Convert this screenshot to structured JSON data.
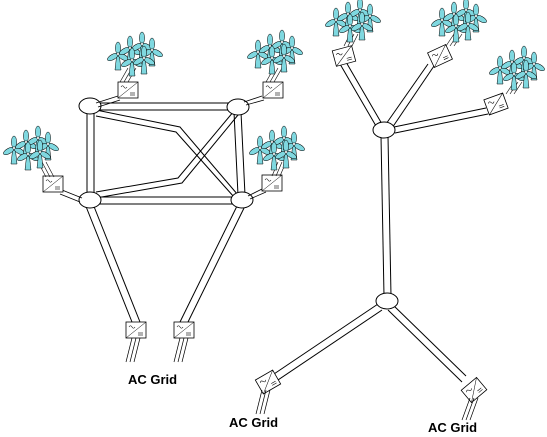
{
  "labels": {
    "meshed_grid": "AC Grid",
    "radial_grid_left": "AC Grid",
    "radial_grid_right": "AC Grid"
  },
  "colors": {
    "line": "#000000",
    "turbine_fill": "#7fd8e0",
    "background": "#ffffff"
  },
  "icons": {
    "wind_farm": "wind-turbine-cluster-icon",
    "converter": "ac-dc-converter-icon",
    "node": "dc-node-icon"
  }
}
